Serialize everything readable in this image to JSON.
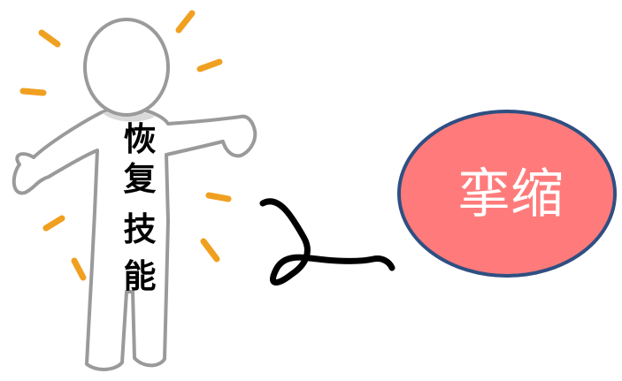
{
  "figure": {
    "body_label": [
      "恢",
      "复",
      "技",
      "能"
    ],
    "bubble_label": "挛缩"
  },
  "colors": {
    "outline": "#9a9a9a",
    "figure_fill": "#ffffff",
    "neck_shadow": "#d9d9d9",
    "sparkle": "#f0a020",
    "squiggle": "#000000",
    "bubble_fill": "#ff7b7b",
    "bubble_stroke": "#2f4f82",
    "bubble_text": "#ffffff",
    "label_text": "#000000"
  },
  "icons": {
    "figure": "person-figure-icon",
    "sparkles": "sparkle-lines-icon",
    "squiggle": "squiggle-line-icon"
  }
}
